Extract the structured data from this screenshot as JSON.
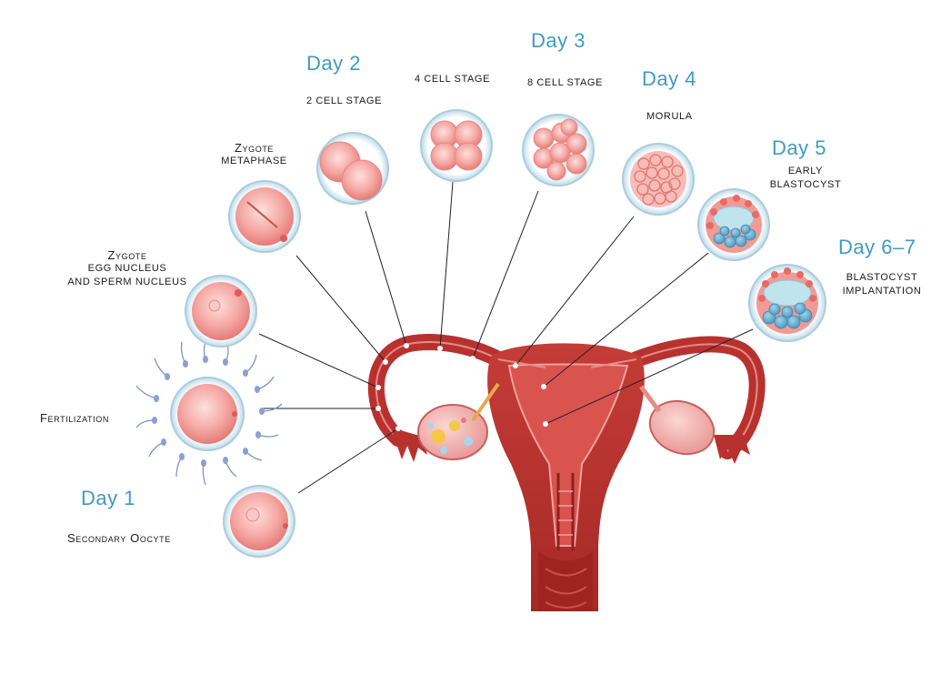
{
  "days": {
    "day1": "Day 1",
    "day2": "Day 2",
    "day3": "Day 3",
    "day4": "Day 4",
    "day5": "Day 5",
    "day6_7": "Day 6–7"
  },
  "stages": {
    "secondary_oocyte": "Secondary Oocyte",
    "fertilization": "Fertilization",
    "zygote_title": "Zygote",
    "zygote_sub1": "egg nucleus",
    "zygote_sub2": "and sperm nucleus",
    "zygote_metaphase_1": "Zygote",
    "zygote_metaphase_2": "metaphase",
    "two_cell": "2 cell stage",
    "four_cell": "4 cell stage",
    "eight_cell": "8 cell stage",
    "morula": "Morula",
    "early_blastocyst_1": "early",
    "early_blastocyst_2": "blastocyst",
    "blastocyst_impl_1": "blastocyst",
    "blastocyst_impl_2": "implantation"
  },
  "colors": {
    "day_label": "#3f9bc1",
    "uterus": "#b7322f",
    "uterus_dark": "#8f1f1e",
    "cell_pink": "#f4a6a4",
    "zona_blue": "#cfe6f0",
    "connector": "#222222"
  }
}
